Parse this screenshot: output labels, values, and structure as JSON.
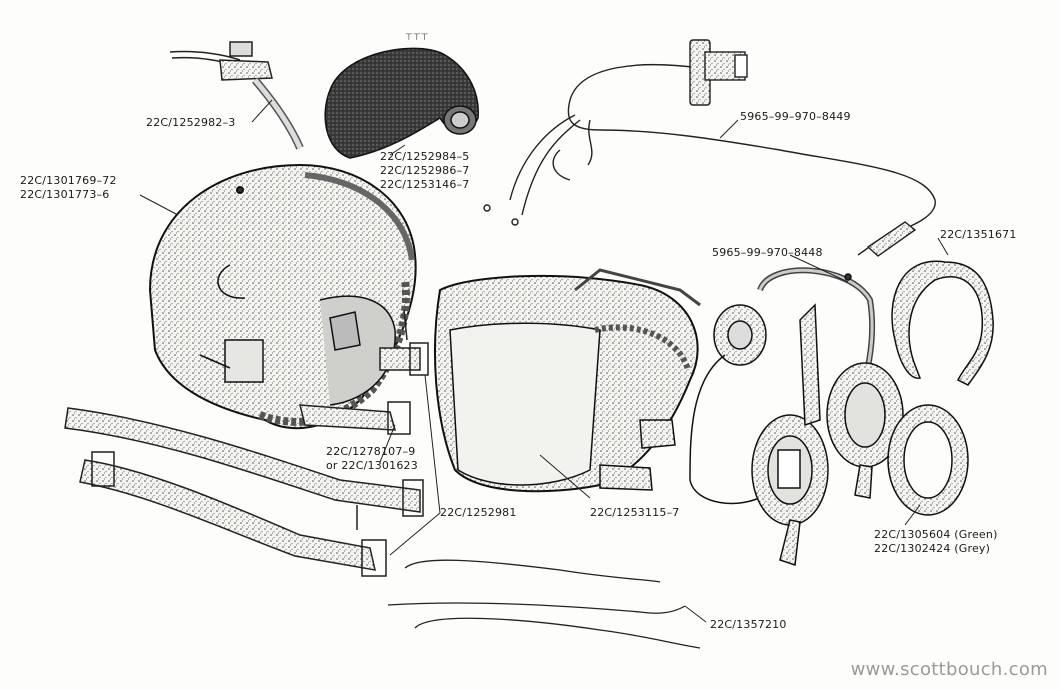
{
  "parts": {
    "chin_strap_clip": "22C/1252982–3",
    "ear_piece_a": "22C/1252984–5",
    "ear_piece_b": "22C/1252986–7",
    "ear_piece_c": "22C/1253146–7",
    "helmet_a": "22C/1301769–72",
    "helmet_b": "22C/1301773–6",
    "wiring_harness": "5965–99–970–8449",
    "headband": "22C/1351671",
    "headset": "5965–99–970–8448",
    "strap_a": "22C/1278107–9",
    "strap_b": "or 22C/1301623",
    "buckle": "22C/1252981",
    "liner": "22C/1253115–7",
    "ear_seal_green": "22C/1305604 (Green)",
    "ear_seal_grey": "22C/1302424 (Grey)",
    "cord": "22C/1357210"
  },
  "watermark": "www.scottbouch.com",
  "colors": {
    "ink": "#1a1a1a",
    "paper": "#fdfdfb",
    "watermark": "#9a9a9a"
  }
}
